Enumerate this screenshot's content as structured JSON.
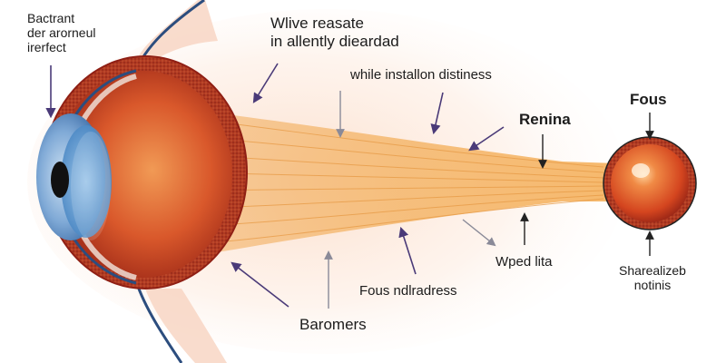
{
  "labels": {
    "top_left": "Bactrant\nder arorneul\nirerfect",
    "top_center": "Wlive reasate\nin allently dieardad",
    "middle_note": "while installon distiness",
    "retina": "Renina",
    "focus_top": "Fous",
    "wped": "Wped lita",
    "focus_bottom": "Sharealizeb\nnotinis",
    "fous_nd": "Fous ndlradress",
    "baromers": "Baromers"
  },
  "colors": {
    "eye_red": "#d2512a",
    "eye_dark_red": "#8f1f14",
    "nerve_orange": "#f3b15f",
    "cornea_blue": "#5b8ec7",
    "lens_blue": "#3f7fbf",
    "arrow_purple": "#4a3a78",
    "arrow_gray": "#8a8a98",
    "skin": "#f5c9b3"
  }
}
